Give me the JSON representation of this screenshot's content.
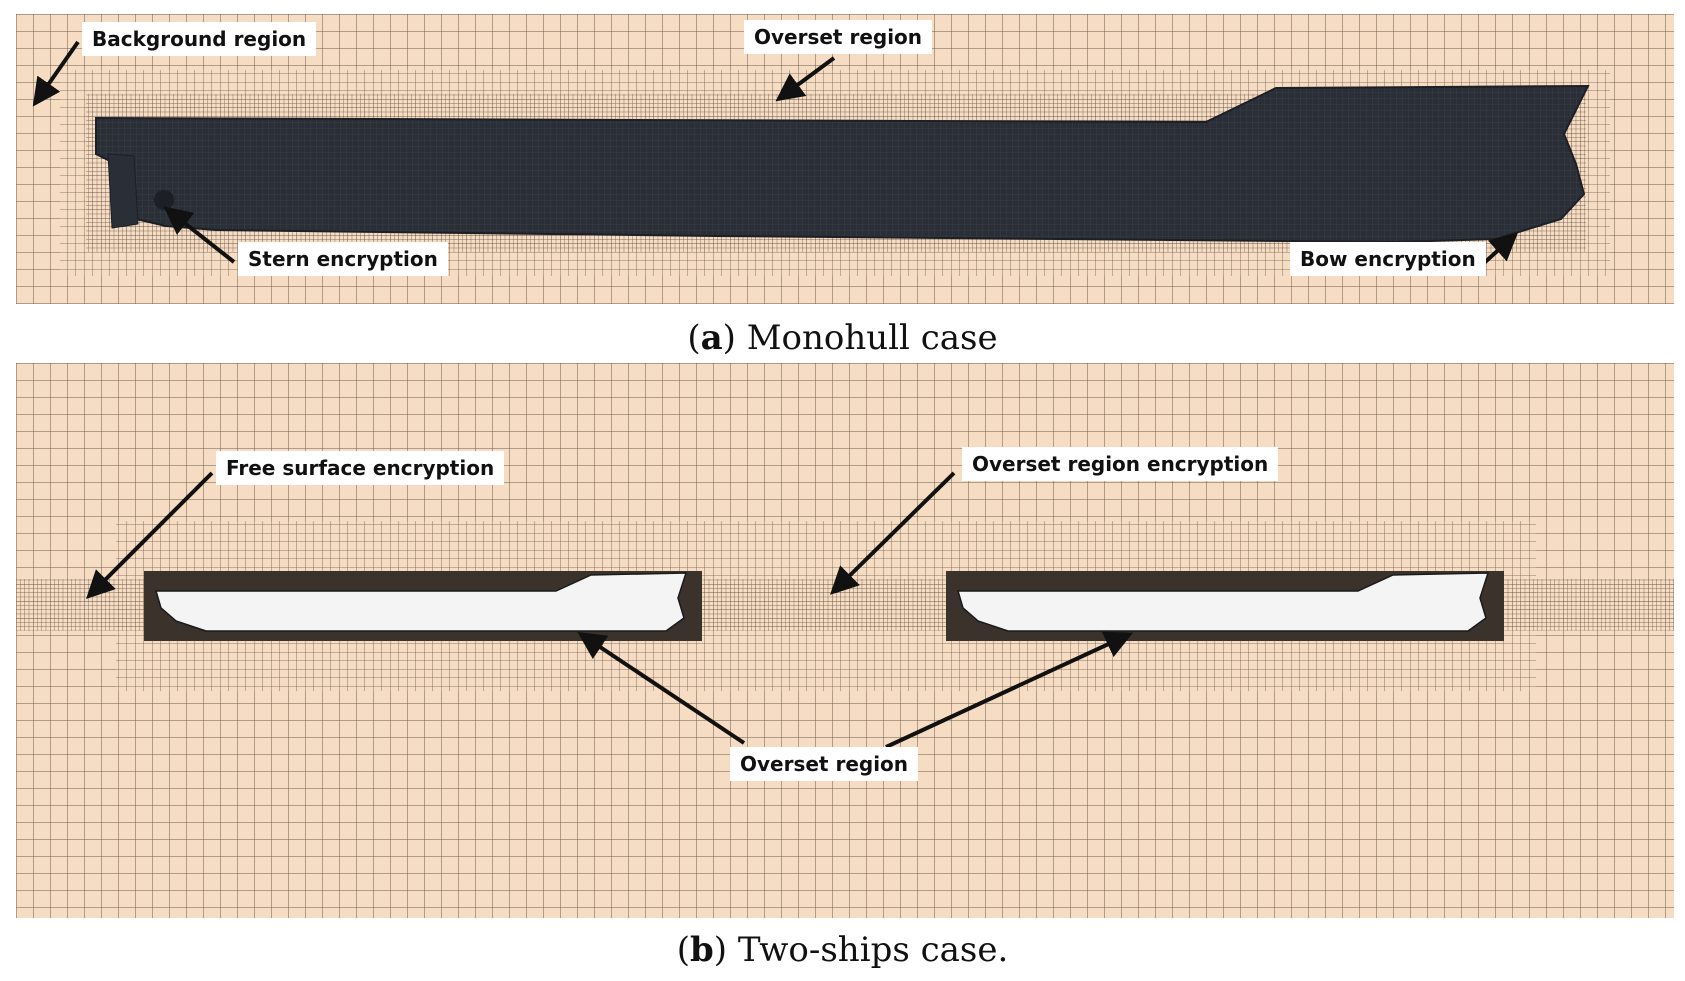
{
  "colors": {
    "background_mesh_fill": "#f6dcc3",
    "mesh_line": "#6b5a4c",
    "hull": "#2a2e36",
    "hull_cutout": "#f4f4f4",
    "arrow": "#111111"
  },
  "panel_a": {
    "labels": {
      "background_region": "Background region",
      "overset_region": "Overset region",
      "stern_encryption": "Stern encryption",
      "bow_encryption": "Bow encryption"
    },
    "caption": {
      "letter": "a",
      "text": "Monohull case"
    }
  },
  "panel_b": {
    "labels": {
      "free_surface_encryption": "Free surface encryption",
      "overset_region_encryption": "Overset region encryption",
      "overset_region": "Overset region"
    },
    "caption": {
      "letter": "b",
      "text": "Two-ships case."
    }
  }
}
